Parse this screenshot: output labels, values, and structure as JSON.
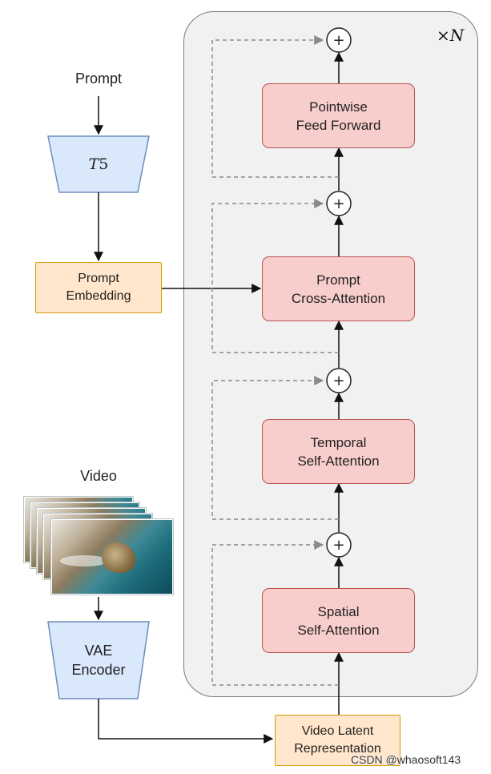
{
  "inputs": {
    "prompt_label": "Prompt",
    "video_label": "Video"
  },
  "encoders": {
    "text_encoder": {
      "name_italic": "T",
      "name_digit": "5"
    },
    "vae_encoder": {
      "line1": "VAE",
      "line2": "Encoder"
    }
  },
  "embeddings": {
    "prompt_embedding": {
      "line1": "Prompt",
      "line2": "Embedding"
    },
    "video_latent": {
      "line1": "Video Latent",
      "line2": "Representation"
    }
  },
  "transformer_block": {
    "repeat_prefix": "×",
    "repeat_symbol": "N",
    "layers": [
      {
        "id": "spatial",
        "line1": "Spatial",
        "line2": "Self-Attention"
      },
      {
        "id": "temporal",
        "line1": "Temporal",
        "line2": "Self-Attention"
      },
      {
        "id": "cross",
        "line1": "Prompt",
        "line2": "Cross-Attention"
      },
      {
        "id": "ffn",
        "line1": "Pointwise",
        "line2": "Feed Forward"
      }
    ],
    "residual_symbol": "+"
  },
  "colors": {
    "text_encoder_fill": "#dae8fc",
    "text_encoder_stroke": "#6c8ebf",
    "layer_fill": "#f8cecc",
    "layer_stroke": "#b85450",
    "embedding_fill": "#ffe6cc",
    "embedding_stroke": "#d79b00",
    "block_background": "#f1f1f1",
    "residual_stroke": "#8a8a8a"
  },
  "watermark": "CSDN @whaosoft143"
}
